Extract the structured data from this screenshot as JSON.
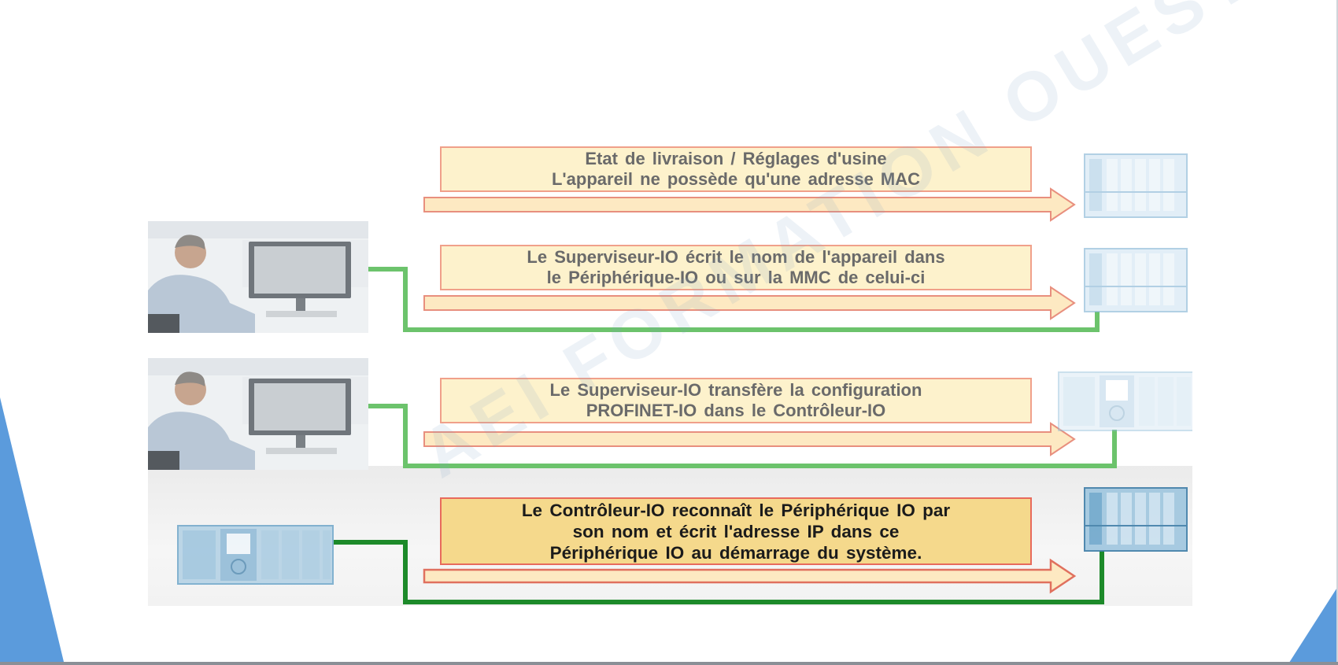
{
  "slide": {
    "steps": [
      {
        "lines": [
          "Etat de livraison  / Réglages  d'usine",
          "L'appareil  ne possède qu'une adresse MAC"
        ]
      },
      {
        "lines": [
          "Le Superviseur-IO  écrit  le nom  de l'appareil  dans",
          "le Périphérique-IO  ou sur la MMC  de celui-ci"
        ]
      },
      {
        "lines": [
          "Le Superviseur-IO  transfère  la  configuration",
          "PROFINET-IO  dans le Contrôleur-IO"
        ]
      },
      {
        "lines": [
          "Le Contrôleur-IO  reconnaît  le Périphérique  IO par",
          "son nom et écrit l'adresse IP dans ce",
          "Périphérique  IO au démarrage  du système."
        ]
      }
    ],
    "watermark": "AEI FORMATION OUEST"
  },
  "colors": {
    "message_fill": "#fdf2cc",
    "message_border": "#f0a08a",
    "message_strong_fill": "#f5d98c",
    "message_strong_border": "#e86a5c",
    "arrow_fill": "#fde9c2",
    "arrow_border": "#e88f7e",
    "wire_light": "#6cc36c",
    "wire_strong": "#1d8a2a",
    "device_light": "#bcd8ea",
    "device_strong": "#5d9cc4",
    "accent_blue": "#5b9bdc"
  },
  "icons": [
    "io-device-icon",
    "io-controller-icon",
    "engineer-workstation-icon"
  ]
}
